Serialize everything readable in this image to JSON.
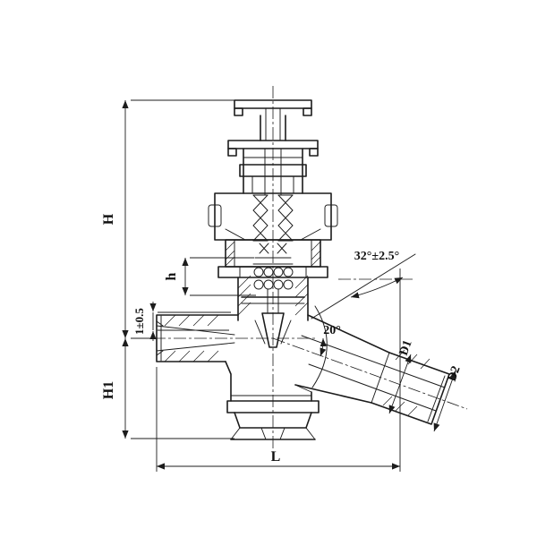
{
  "drawing": {
    "labels": {
      "H": "H",
      "H1": "H1",
      "h": "h",
      "seat_offset": "1±0.5",
      "outlet_angle": "32°±2.5°",
      "flow_angle": "20°",
      "D1": "D1",
      "D2": "D2",
      "L": "L"
    },
    "colors": {
      "ink": "#1c1c1c",
      "paper": "#ffffff"
    }
  }
}
